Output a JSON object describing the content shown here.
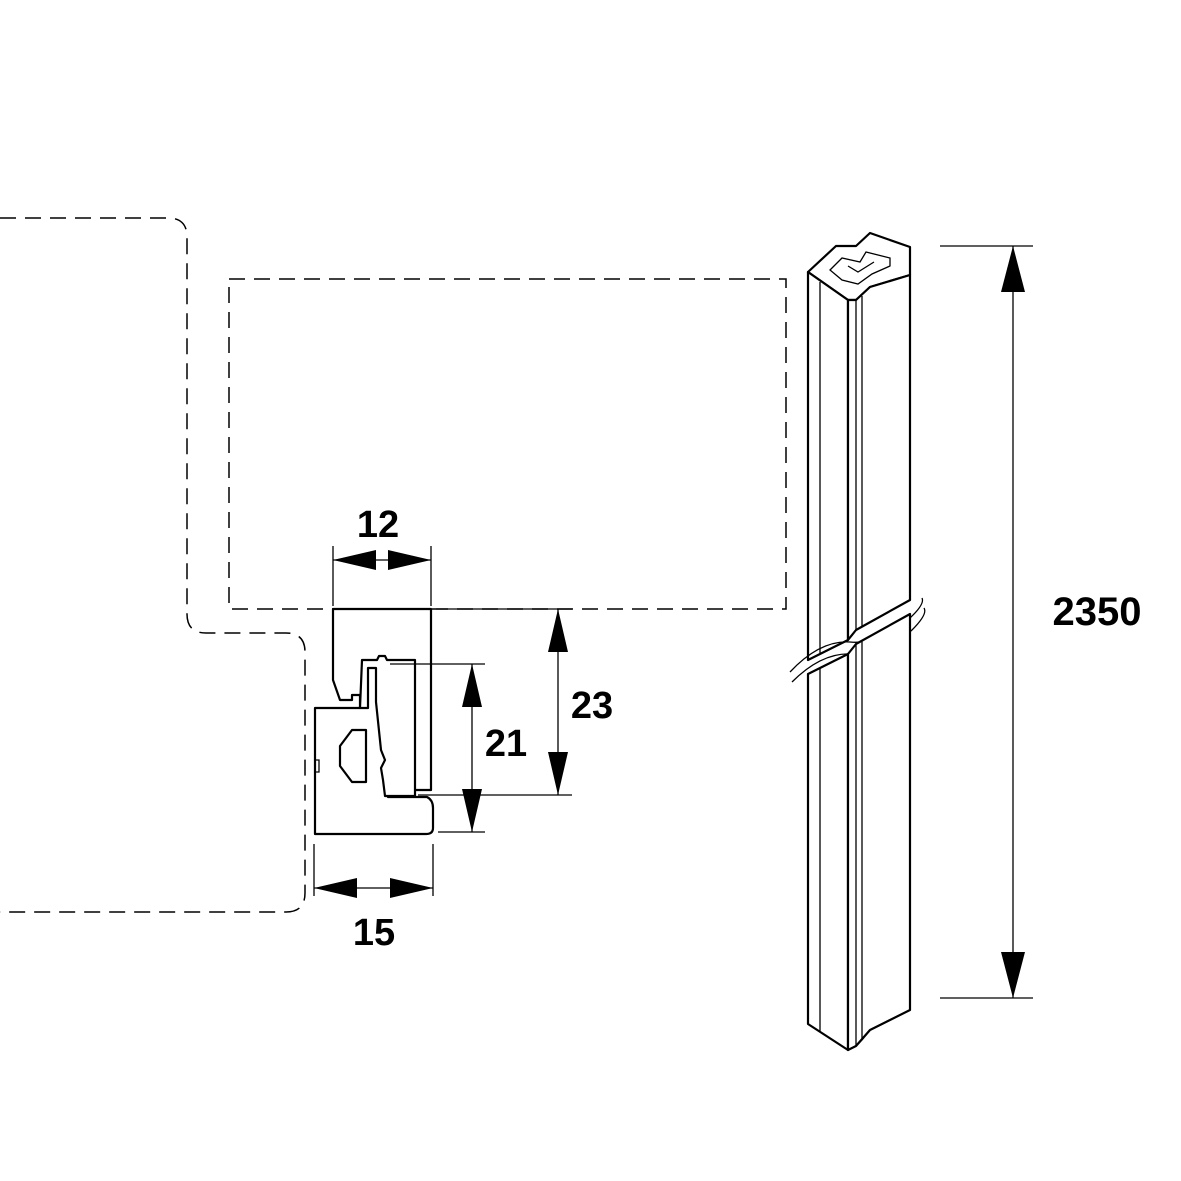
{
  "dimensions": {
    "width_top": "12",
    "width_bottom": "15",
    "height_inner": "21",
    "height_outer": "23",
    "length": "2350"
  },
  "colors": {
    "stroke": "#000000",
    "background": "#ffffff"
  }
}
